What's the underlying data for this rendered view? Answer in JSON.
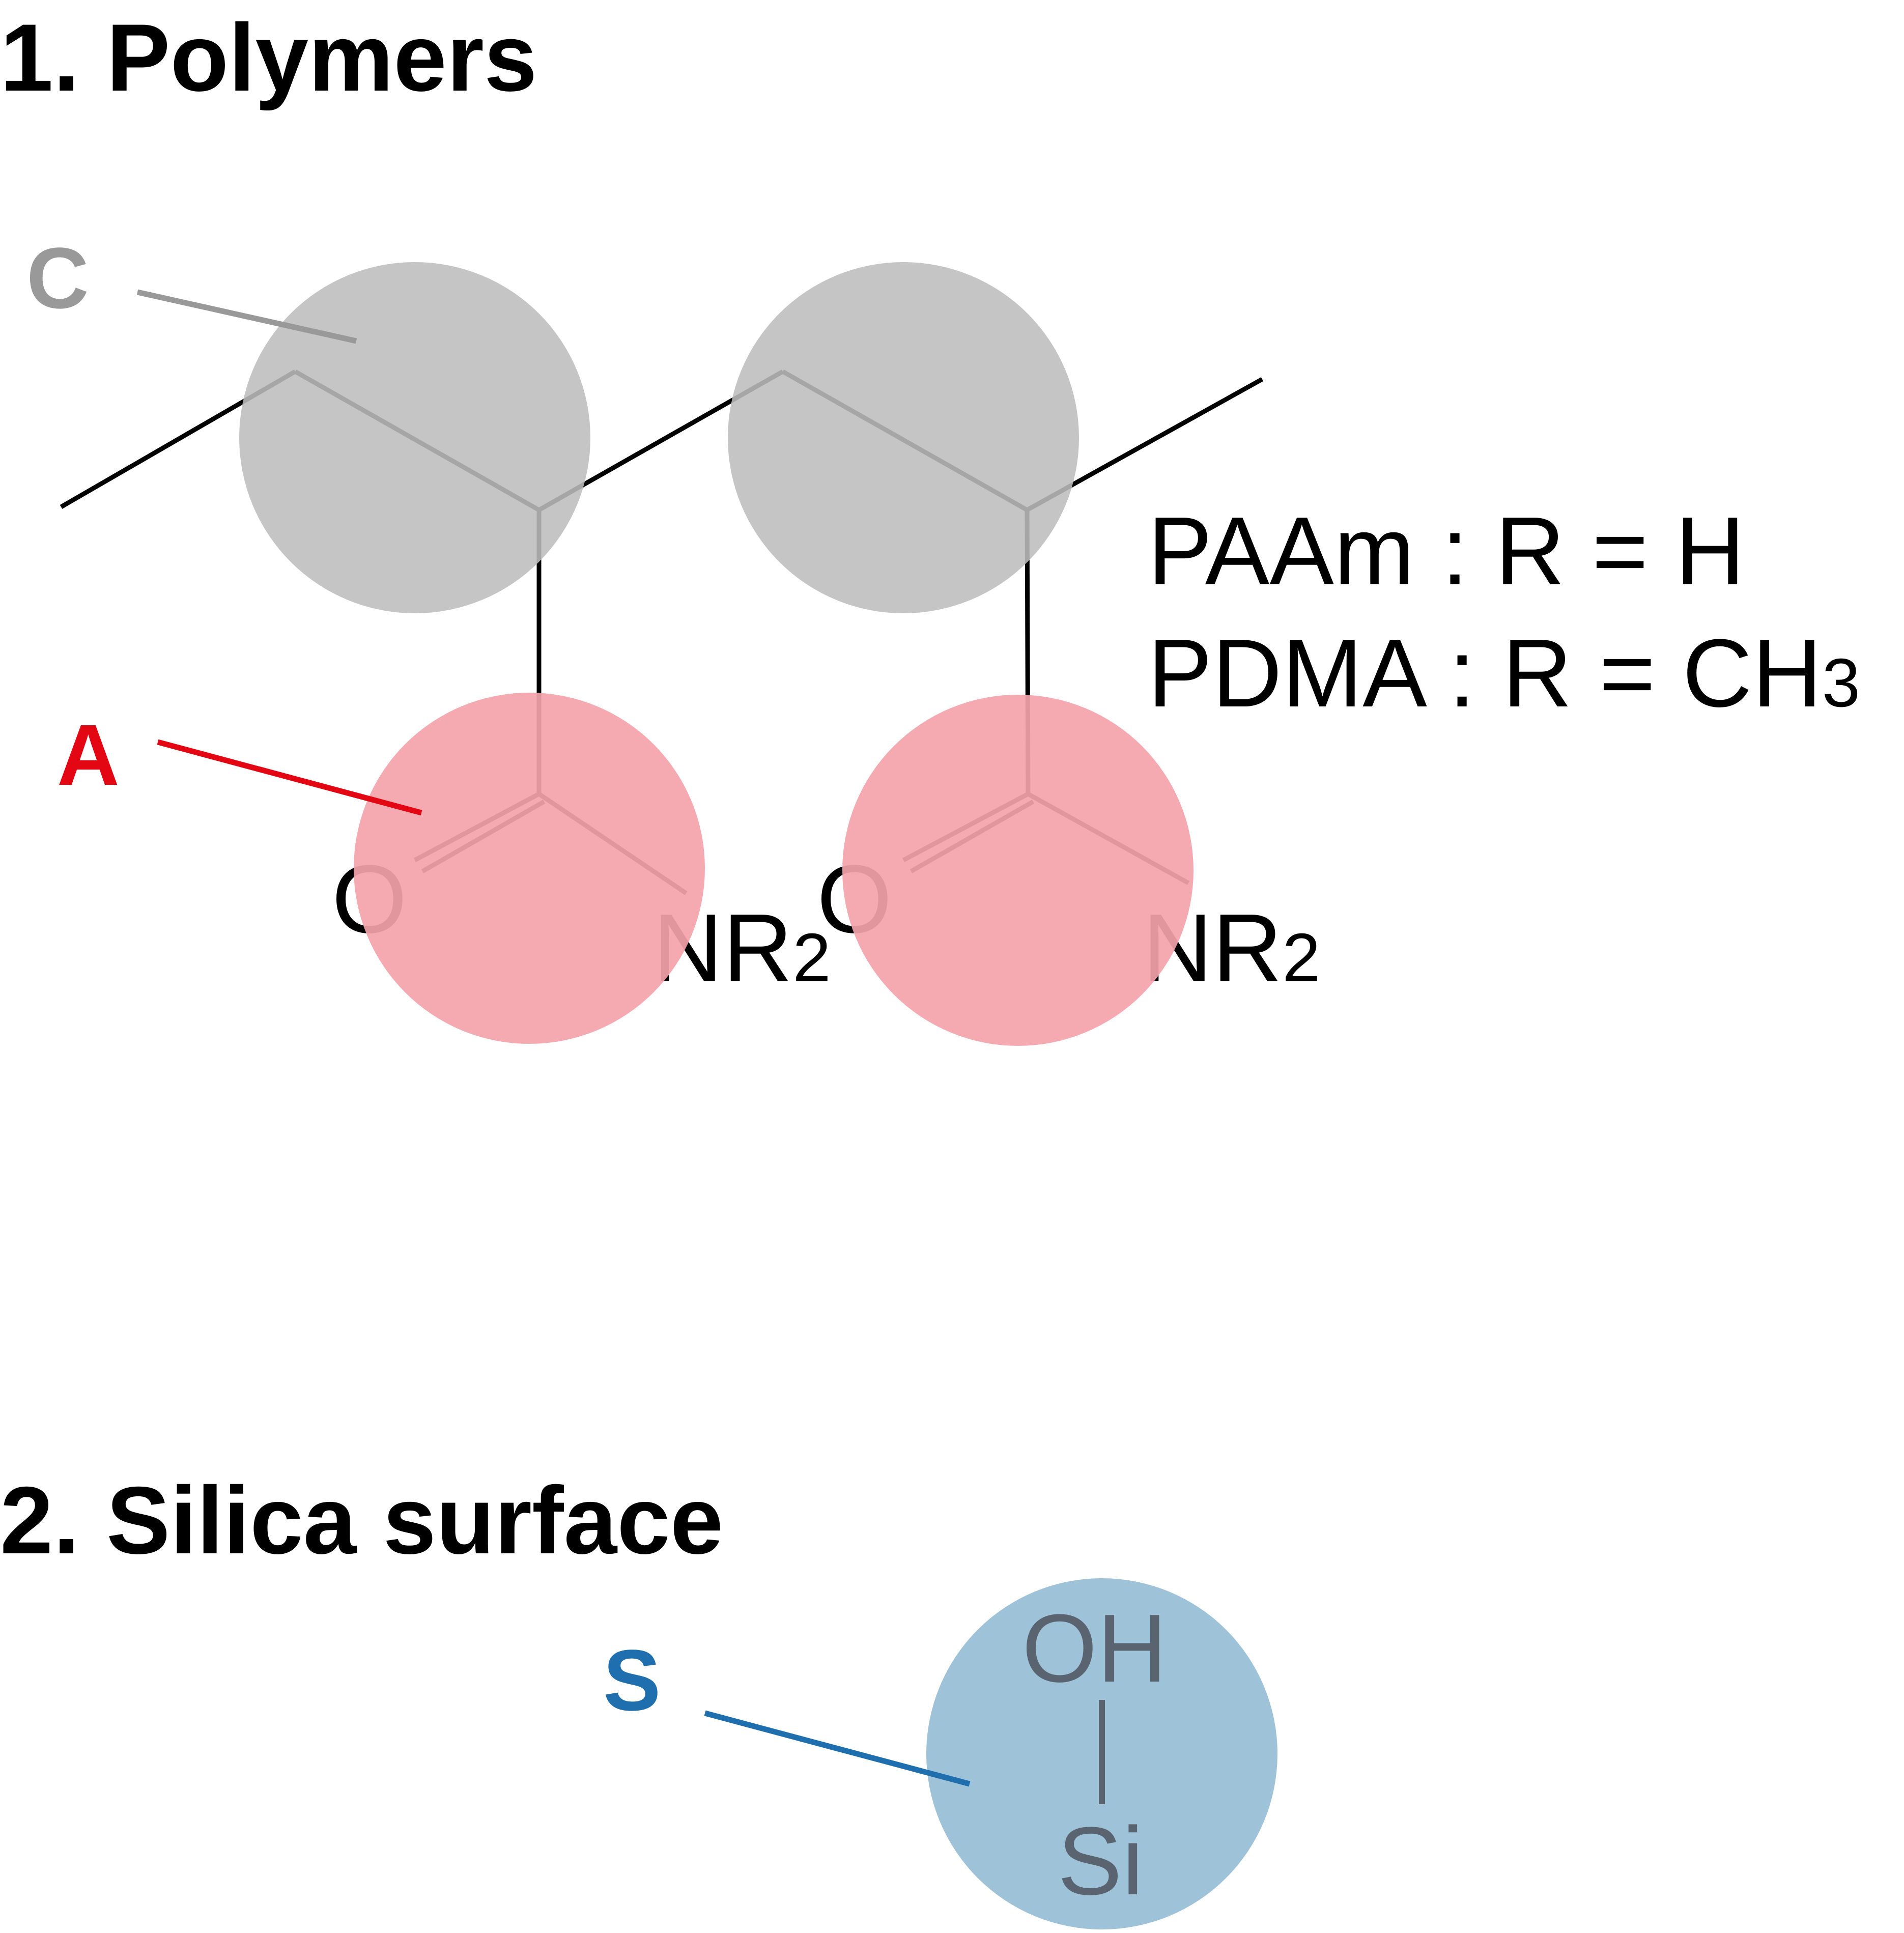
{
  "sections": {
    "polymers_heading": "1. Polymers",
    "silica_heading": "2. Silica surface"
  },
  "labels": {
    "c_tag": "C",
    "a_tag": "A",
    "s_tag": "S"
  },
  "polymer": {
    "oxygen_left": "O",
    "oxygen_right": "O",
    "amide_left_main": "NR",
    "amide_left_sub": "2",
    "amide_right_main": "NR",
    "amide_right_sub": "2"
  },
  "formulas": {
    "paam": "PAAm : R = H",
    "pdma_main": "PDMA : R = CH",
    "pdma_sub": "3"
  },
  "silica": {
    "hydroxyl": "OH",
    "bond": "|",
    "silicon": "Si"
  },
  "colors": {
    "c_group": "#999999",
    "a_group": "#e30613",
    "s_group": "#1f6fae",
    "backbone_circle": "#bdbdbd",
    "amide_circle": "#f4a3ab",
    "silica_circle": "#9ec2d8"
  }
}
